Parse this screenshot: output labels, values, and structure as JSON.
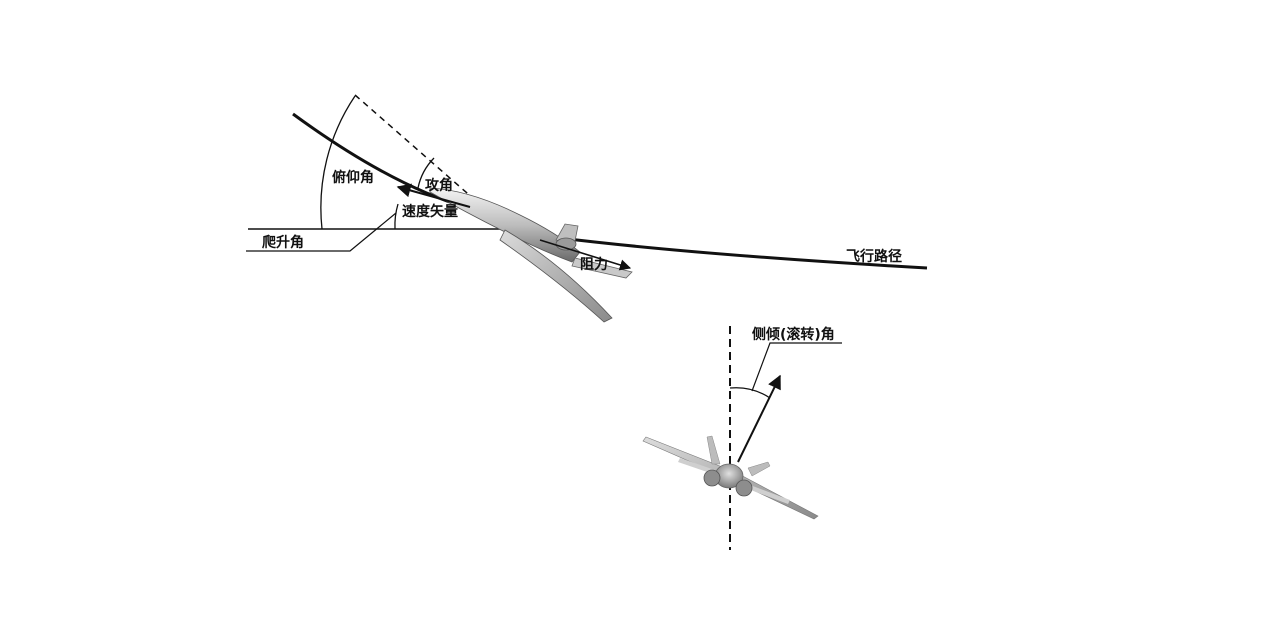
{
  "labels": {
    "pitch_angle": "俯仰角",
    "attack_angle": "攻角",
    "velocity_vector": "速度矢量",
    "climb_angle": "爬升角",
    "drag": "阻力",
    "flight_path": "飞行路径",
    "bank_angle": "侧倾(滚转)角"
  },
  "colors": {
    "line": "#111111",
    "aircraft_dark": "#6e6e6e",
    "aircraft_light": "#e8e8e8"
  }
}
